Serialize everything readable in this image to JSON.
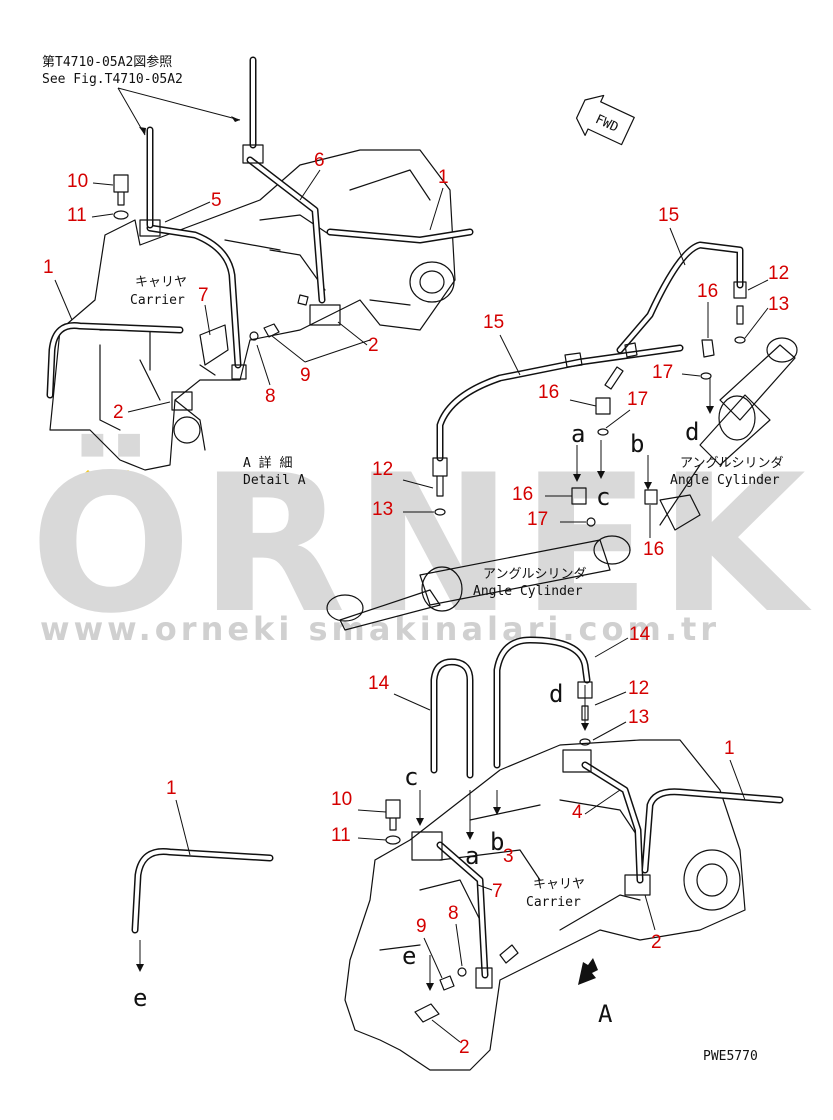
{
  "header": {
    "ref_jp": "第T4710-05A2図参照",
    "ref_en": "See Fig.T4710-05A2"
  },
  "labels": {
    "carrier_jp": "キャリヤ",
    "carrier_en": "Carrier",
    "detail_jp": "A 詳 細",
    "detail_en": "Detail A",
    "angle_cyl_jp": "アングルシリンダ",
    "angle_cyl_en": "Angle Cylinder",
    "fwd": "FWD",
    "view_a": "A",
    "drawing_code": "PWE5770"
  },
  "letters": {
    "a": "a",
    "b": "b",
    "c": "c",
    "d": "d",
    "e": "e"
  },
  "callouts": {
    "c1": "1",
    "c2": "2",
    "c3": "3",
    "c4": "4",
    "c5": "5",
    "c6": "6",
    "c7": "7",
    "c8": "8",
    "c9": "9",
    "c10": "10",
    "c11": "11",
    "c12": "12",
    "c13": "13",
    "c14": "14",
    "c15": "15",
    "c16": "16",
    "c17": "17"
  },
  "watermark": {
    "brand": "ÖRNEK",
    "url": "www.orneki smakinalari.com.tr",
    "accent_color": "#f5c400"
  },
  "colors": {
    "callout": "#d40000",
    "ink": "#111111"
  }
}
